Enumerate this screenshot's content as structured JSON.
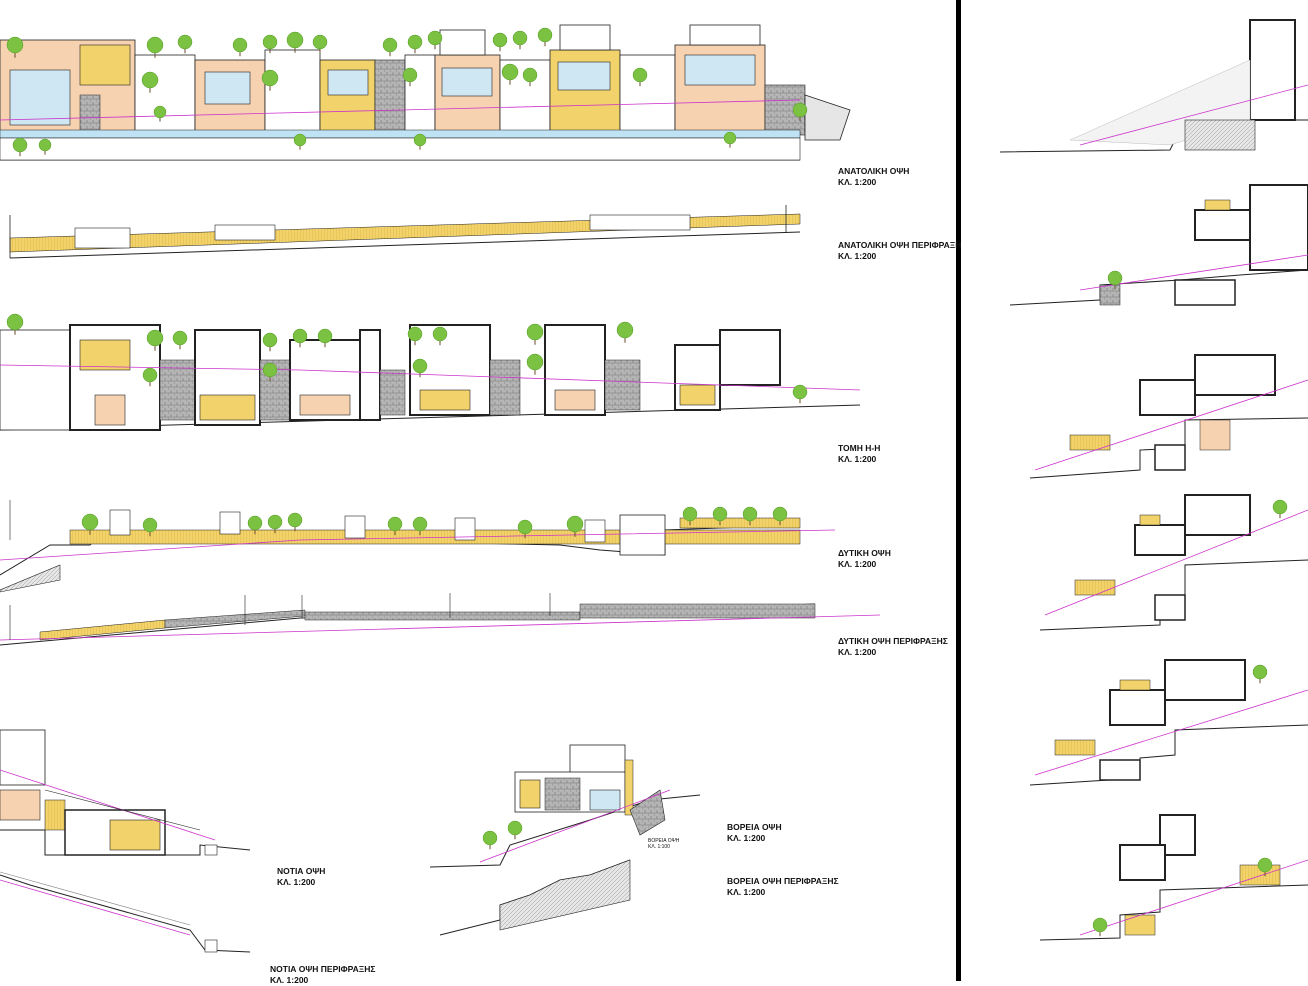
{
  "sheet": {
    "labels": {
      "east_elevation": {
        "title": "ΑΝΑΤΟΛΙΚΗ ΟΨΗ",
        "scale": "ΚΛ. 1:200"
      },
      "east_fence": {
        "title": "ΑΝΑΤΟΛΙΚΗ ΟΨΗ ΠΕΡΙΦΡΑΞΗ",
        "scale": "ΚΛ. 1:200"
      },
      "section_hh": {
        "title": "ΤΟΜΗ Η-Η",
        "scale": "ΚΛ. 1:200"
      },
      "west_elevation": {
        "title": "ΔΥΤΙΚΗ ΟΨΗ",
        "scale": "ΚΛ. 1:200"
      },
      "west_fence": {
        "title": "ΔΥΤΙΚΗ ΟΨΗ ΠΕΡΙΦΡΑΞΗΣ",
        "scale": "ΚΛ. 1:200"
      },
      "south_elevation": {
        "title": "ΝΟΤΙΑ ΟΨΗ",
        "scale": "ΚΛ. 1:200"
      },
      "south_fence": {
        "title": "ΝΟΤΙΑ ΟΨΗ ΠΕΡΙΦΡΑΞΗΣ",
        "scale": "ΚΛ. 1:200"
      },
      "north_elevation": {
        "title": "ΒΟΡΕΙΑ ΟΨΗ",
        "scale": "ΚΛ. 1:200"
      },
      "north_fence": {
        "title": "ΒΟΡΕΙΑ ΟΨΗ ΠΕΡΙΦΡΑΞΗΣ",
        "scale": "ΚΛ. 1:200"
      },
      "north_small_note": {
        "title": "ΒΟΡΕΙΑ ΟΨΗ",
        "scale": "ΚΛ. 1:100"
      }
    },
    "colors": {
      "line": "#222222",
      "wall_yellow": "#f2d36b",
      "wall_peach": "#f6d2b0",
      "glass": "#cfe6f3",
      "stone": "#9a9a9a",
      "tree": "#7cc242",
      "trunk": "#6b4b2a",
      "profile_magenta": "#cc33cc",
      "pool": "#bfe3f5",
      "divider": "#000000"
    }
  }
}
